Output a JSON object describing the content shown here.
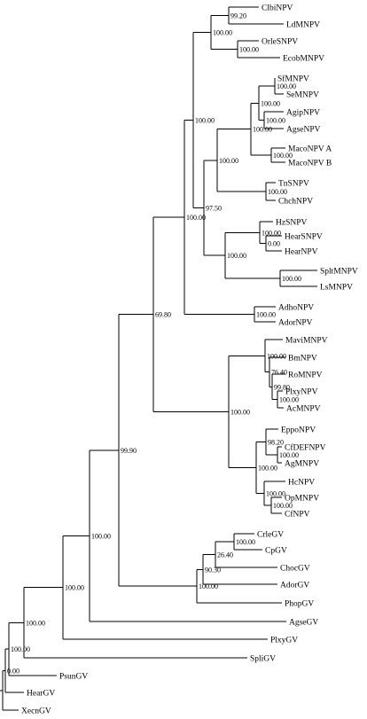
{
  "leaves": {
    "ClbiNPV": "ClbiNPV",
    "LdMNPV": "LdMNPV",
    "OrleSNPV": "OrleSNPV",
    "EcobMNPV": "EcobMNPV",
    "SfMNPV": "SfMNPV",
    "SeMNPV": "SeMNPV",
    "AgipNPV": "AgipNPV",
    "AgseNPV": "AgseNPV",
    "MacoNPVA": "MacoNPV A",
    "MacoNPVB": "MacoNPV B",
    "TnSNPV": "TnSNPV",
    "ChchNPV": "ChchNPV",
    "HzSNPV": "HzSNPV",
    "HearSNPV": "HearSNPV",
    "HearNPV": "HearNPV",
    "SpltMNPV": "SpltMNPV",
    "LsMNPV": "LsMNPV",
    "AdhoNPV": "AdhoNPV",
    "AdorNPV": "AdorNPV",
    "MaviMNPV": "MaviMNPV",
    "BmNPV": "BmNPV",
    "RoMNPV": "RoMNPV",
    "PlxyNPV": "PlxyNPV",
    "AcMNPV": "AcMNPV",
    "EppoNPV": "EppoNPV",
    "CfDEFNPV": "CfDEFNPV",
    "AgMNPV": "AgMNPV",
    "HcNPV": "HcNPV",
    "OpMNPV": "OpMNPV",
    "CfNPV": "CfNPV",
    "CrleGV": "CrleGV",
    "CpGV": "CpGV",
    "ChocGV": "ChocGV",
    "AdorGV": "AdorGV",
    "PhopGV": "PhopGV",
    "AgseGV": "AgseGV",
    "PlxyGV": "PlxyGV",
    "SpliGV": "SpliGV",
    "PsunGV": "PsunGV",
    "HearGV": "HearGV",
    "XecnGV": "XecnGV"
  },
  "bootstrap": {
    "b_clbi_ld": "99.20",
    "b_orle_ecob": "100.00",
    "b_group1": "100.00",
    "b_sf_se": "100.00",
    "b_agip_agse": "100.00",
    "b_sf_agip": "100.00",
    "b_maco": "100.00",
    "b_sf_maco": "100.00",
    "b_tn_chch": "100.00",
    "b_c1": "100.00",
    "b_hear": "0.00",
    "b_hz_hear": "100.00",
    "b_splt_ls": "100.00",
    "b_hz_splt": "100.00",
    "b_c1_hz": "97.50",
    "b_big1": "100.00",
    "b_adho_ador": "100.00",
    "b_groupI_II": "100.00",
    "b_plxy_ac": "100.00",
    "b_ro_plxy": "99.80",
    "b_bm_ro": "76.40",
    "b_mavi": "100.00",
    "b_cfdef_ag": "100.00",
    "b_eppo": "98.20",
    "b_op_cf": "100.00",
    "b_hc_op": "100.00",
    "b_groupIb": "100.00",
    "b_npv": "69.80",
    "b_crle_cp": "100.00",
    "b_choc": "26.40",
    "b_ador": "90.30",
    "b_phop": "100.00",
    "b_npv_gv": "99.90",
    "b_agse": "100.00",
    "b_plxy": "100.00",
    "b_spli": "100.00",
    "b_psun": "100.00"
  }
}
